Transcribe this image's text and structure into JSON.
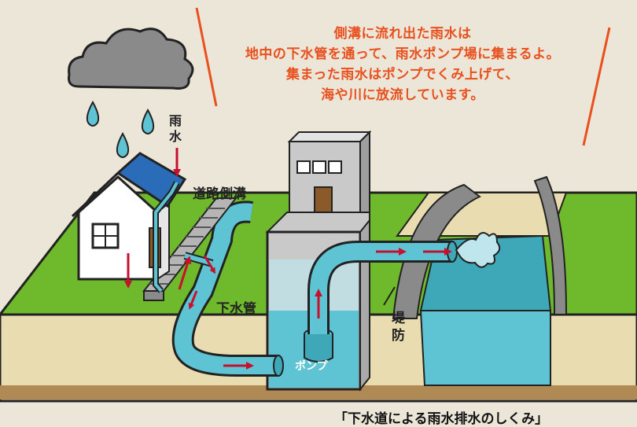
{
  "headline": {
    "line1": "側溝に流れ出た雨水は",
    "line2": "地中の下水管を通って、雨水ポンプ場に集まるよ。",
    "line3": "集まった雨水はポンプでくみ上げて、",
    "line4": "海や川に放流しています。"
  },
  "labels": {
    "rain_char1": "雨",
    "rain_char2": "水",
    "roadside_ditch": "道路側溝",
    "sewer_pipe": "下水管",
    "levee_char1": "堤",
    "levee_char2": "防",
    "pump": "ポンプ"
  },
  "caption": "「下水道による雨水排水のしくみ」",
  "colors": {
    "headline_orange": "#e8501e",
    "grass_green": "#6fba2c",
    "soil_tan": "#e9dcb1",
    "water_blue": "#5ec4d3",
    "roof_blue": "#2b6cb8",
    "arrow_red": "#c8102e"
  }
}
